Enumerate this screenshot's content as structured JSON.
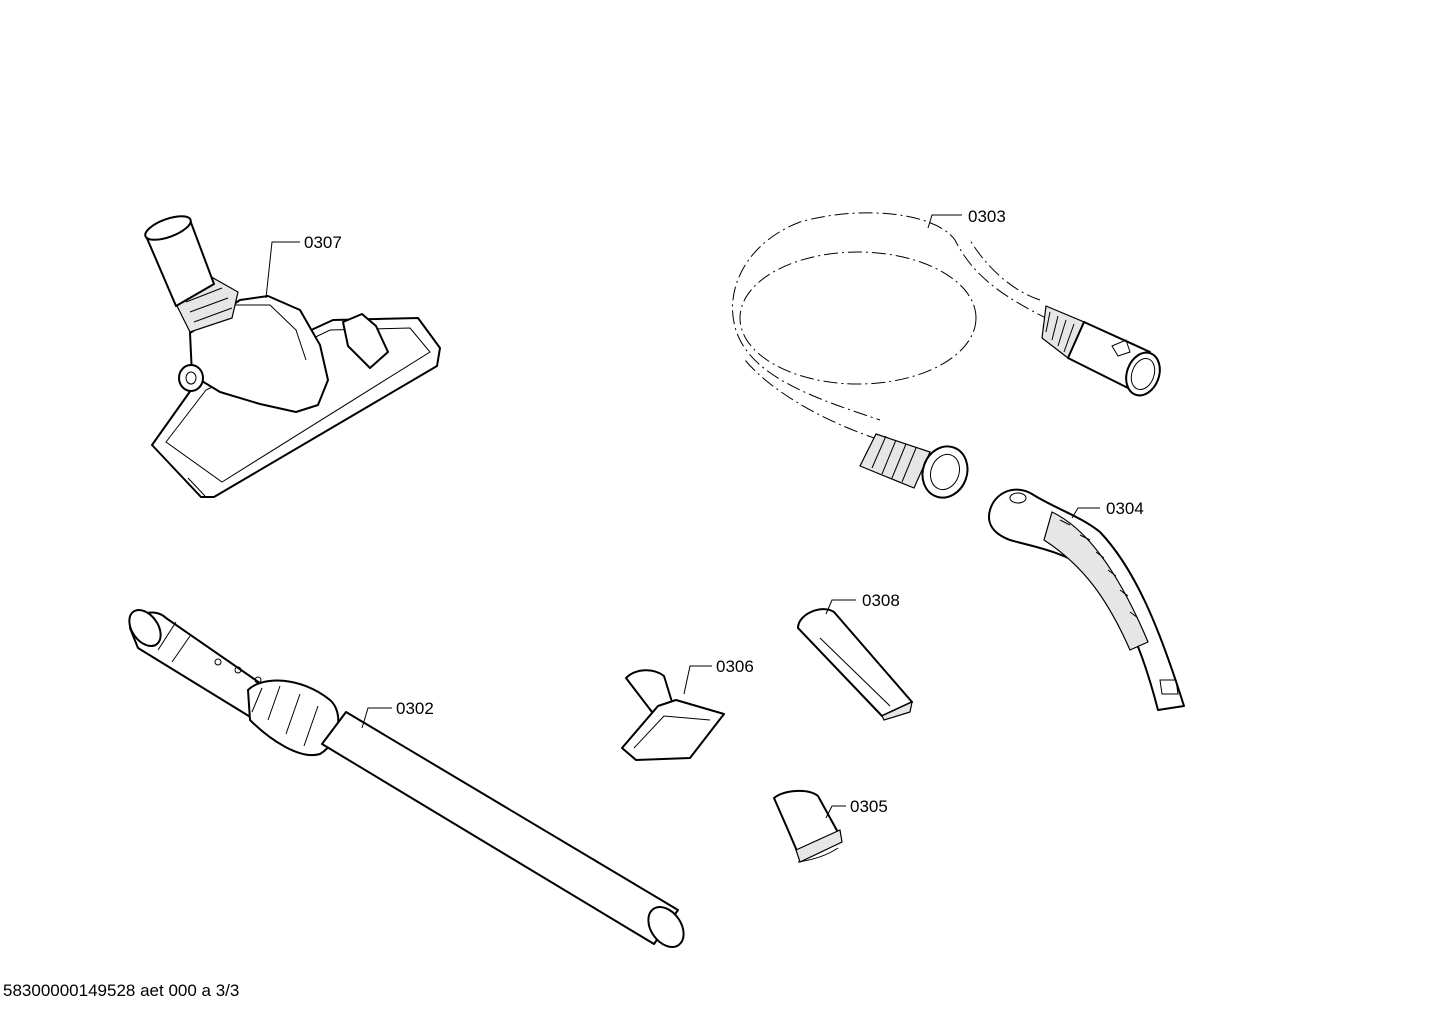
{
  "callouts": {
    "floor_nozzle": "0307",
    "hose": "0303",
    "handle": "0304",
    "tube": "0302",
    "crevice_tool": "0308",
    "upholstery_tool": "0306",
    "small_nozzle": "0305"
  },
  "footer": {
    "document_id": "58300000149528 aet 000 a 3/3"
  },
  "colors": {
    "line": "#000000",
    "background": "#ffffff",
    "shading": "#e6e6e6"
  }
}
